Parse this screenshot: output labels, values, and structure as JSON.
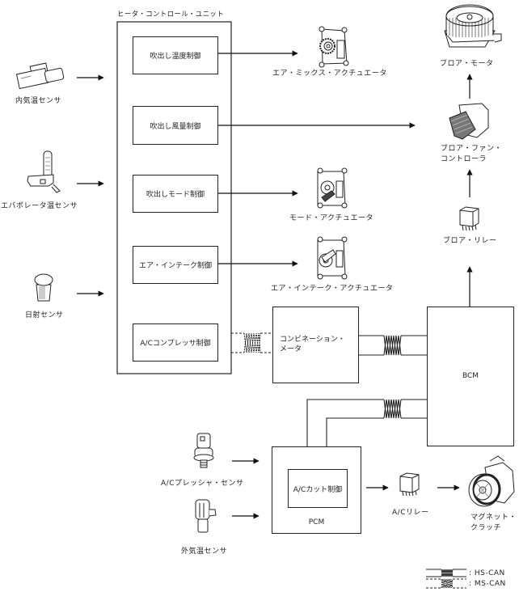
{
  "title": "ヒータ・コントロール・ユニット",
  "heater_unit": {
    "label": "ヒータ・コントロール・ユニット",
    "controls": [
      {
        "id": "temp",
        "label": "吹出し温度制御"
      },
      {
        "id": "volume",
        "label": "吹出し風量制御"
      },
      {
        "id": "mode",
        "label": "吹出しモード制御"
      },
      {
        "id": "intake",
        "label": "エア・インテーク制御"
      },
      {
        "id": "ac",
        "label": "A/Cコンプレッサ制御"
      }
    ]
  },
  "inputs": [
    {
      "id": "cabin-temp-sensor",
      "label": "内気温センサ",
      "icon": "cabin-temp-sensor-icon"
    },
    {
      "id": "evaporator-temp-sensor",
      "label": "エバポレータ温センサ",
      "icon": "evaporator-temp-sensor-icon"
    },
    {
      "id": "solar-sensor",
      "label": "日射センサ",
      "icon": "solar-sensor-icon"
    },
    {
      "id": "ac-pressure-sensor",
      "label": "A/Cプレッシャ・センサ",
      "icon": "ac-pressure-sensor-icon"
    },
    {
      "id": "ambient-temp-sensor",
      "label": "外気温センサ",
      "icon": "ambient-temp-sensor-icon"
    }
  ],
  "outputs": [
    {
      "id": "air-mix-actuator",
      "label": "エア・ミックス・アクチュエータ",
      "icon": "actuator-icon"
    },
    {
      "id": "mode-actuator",
      "label": "モード・アクチュエータ",
      "icon": "actuator-icon"
    },
    {
      "id": "intake-actuator",
      "label": "エア・インテーク・アクチュエータ",
      "icon": "actuator-icon"
    },
    {
      "id": "blower-motor",
      "label": "ブロア・モータ",
      "icon": "blower-motor-icon"
    },
    {
      "id": "blower-fan-controller",
      "label_line1": "ブロア・ファン・",
      "label_line2": "コントローラ",
      "icon": "fan-controller-icon"
    },
    {
      "id": "blower-relay",
      "label": "ブロア・リレー",
      "icon": "relay-icon"
    },
    {
      "id": "ac-relay",
      "label": "A/Cリレー",
      "icon": "relay-icon"
    },
    {
      "id": "magnetic-clutch",
      "label_line1": "マグネット・",
      "label_line2": "クラッチ",
      "icon": "compressor-icon"
    }
  ],
  "modules": {
    "combination_meter": {
      "line1": "コンビネーション・",
      "line2": "メータ"
    },
    "bcm": {
      "label": "BCM"
    },
    "pcm": {
      "label": "PCM",
      "inner": "A/Cカット制御"
    }
  },
  "legend": [
    {
      "style": "solid",
      "label": ": HS-CAN"
    },
    {
      "style": "dashed",
      "label": ": MS-CAN"
    }
  ]
}
